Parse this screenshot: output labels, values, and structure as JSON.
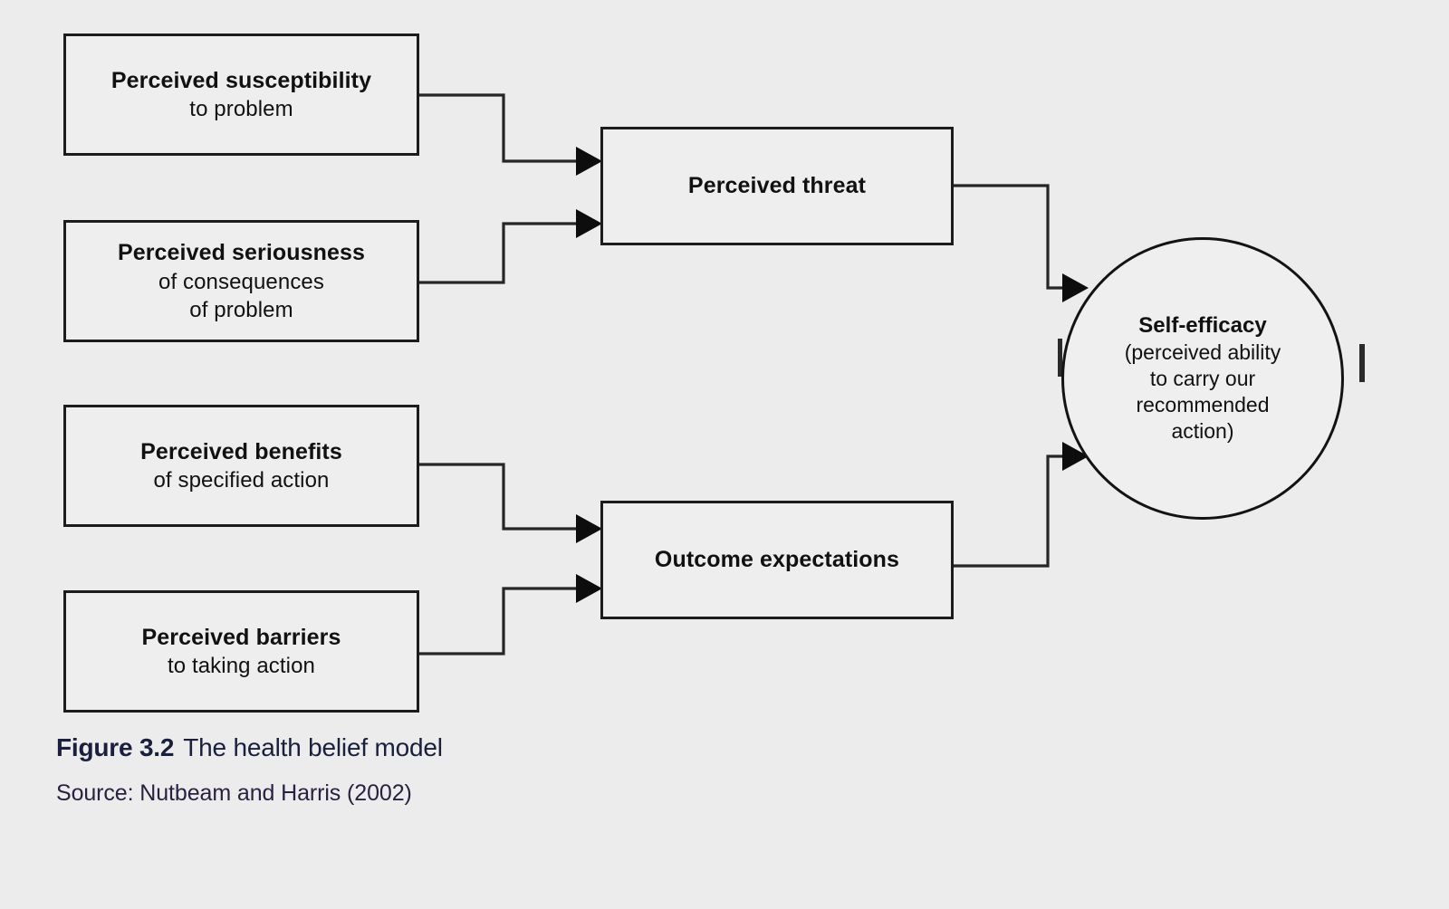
{
  "figure": {
    "background_color": "#ececec",
    "caption_label": "Figure 3.2",
    "caption_title": "The health belief model",
    "source": "Source: Nutbeam and Harris (2002)"
  },
  "nodes": {
    "susceptibility": {
      "title": "Perceived susceptibility",
      "subtitle": "to problem"
    },
    "seriousness": {
      "title": "Perceived seriousness",
      "subtitle_1": "of consequences",
      "subtitle_2": "of problem"
    },
    "benefits": {
      "title": "Perceived benefits",
      "subtitle": "of specified action"
    },
    "barriers": {
      "title": "Perceived barriers",
      "subtitle": "to taking action"
    },
    "threat": {
      "title": "Perceived threat"
    },
    "outcome": {
      "title": "Outcome expectations"
    },
    "self_efficacy": {
      "title": "Self-efficacy",
      "line_1": "(perceived ability",
      "line_2": "to carry our",
      "line_3": "recommended",
      "line_4": "action)"
    }
  },
  "edges": [
    {
      "id": "susceptibility-to-threat",
      "from": "susceptibility",
      "to": "threat"
    },
    {
      "id": "seriousness-to-threat",
      "from": "seriousness",
      "to": "threat"
    },
    {
      "id": "benefits-to-outcome",
      "from": "benefits",
      "to": "outcome"
    },
    {
      "id": "barriers-to-outcome",
      "from": "barriers",
      "to": "outcome"
    },
    {
      "id": "threat-to-self-efficacy",
      "from": "threat",
      "to": "self_efficacy"
    },
    {
      "id": "outcome-to-self-efficacy",
      "from": "outcome",
      "to": "self_efficacy"
    }
  ],
  "colors": {
    "stroke": "#262626",
    "box_border": "#1c1c1c",
    "box_fill": "#eeeeee",
    "text": "#111111",
    "caption_text": "#1a1f3d",
    "source_text": "#2a2140"
  }
}
